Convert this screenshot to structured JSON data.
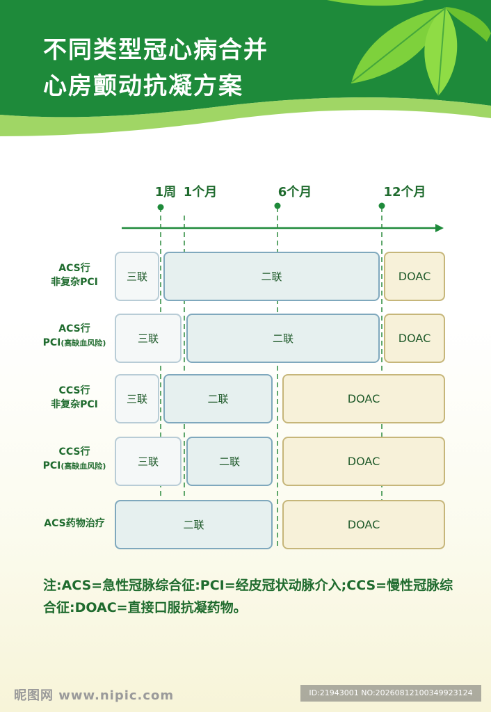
{
  "title": {
    "line1": "不同类型冠心病合并",
    "line2": "心房颤动抗凝方案"
  },
  "timeline": {
    "ticks": [
      "1周",
      "1个月",
      "6个月",
      "12个月"
    ]
  },
  "rows": [
    {
      "label1": "ACS行",
      "label2": "非复杂PCI",
      "label2_small": "",
      "segments": [
        "三联",
        "二联",
        "DOAC"
      ]
    },
    {
      "label1": "ACS行",
      "label2": "PCI",
      "label2_small": "(高缺血风险)",
      "segments": [
        "三联",
        "二联",
        "DOAC"
      ]
    },
    {
      "label1": "CCS行",
      "label2": "非复杂PCI",
      "label2_small": "",
      "segments": [
        "三联",
        "二联",
        "DOAC"
      ]
    },
    {
      "label1": "CCS行",
      "label2": "PCI",
      "label2_small": "(高缺血风险)",
      "segments": [
        "三联",
        "二联",
        "DOAC"
      ]
    },
    {
      "label1": "ACS药物治疗",
      "label2": "",
      "label2_small": "",
      "segments": [
        "二联",
        "DOAC"
      ]
    }
  ],
  "note": "注:ACS=急性冠脉综合征:PCI=经皮冠状动脉介入;CCS=慢性冠脉综合征:DOAC=直接口服抗凝药物。",
  "watermark": {
    "logo": "昵图网 www.nipic.com",
    "id": "ID:21943001 NO:20260812100349923124"
  },
  "colors": {
    "header_green": "#1e8a3a",
    "leaf_green": "#5cbf2a",
    "text_green": "#1f6b2e",
    "triple_border": "#b8ccd6",
    "dual_border": "#7fa8bd",
    "doac_border": "#c6b67a"
  }
}
